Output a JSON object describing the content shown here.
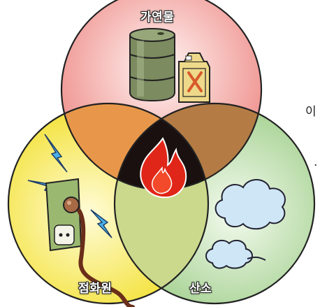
{
  "labels": {
    "fuel": "가연물",
    "ignition": "점화원",
    "oxygen": "산소"
  },
  "side_text": {
    "fragment_top": "이",
    "fragment_bottom": "."
  },
  "colors": {
    "fuel_circle": "#f2a3a0",
    "ignition_circle": "#f8ec5c",
    "oxygen_circle": "#b9dca8",
    "fuel_ignition_overlap": "#e59545",
    "fuel_oxygen_overlap": "#b07840",
    "ignition_oxygen_overlap": "#c9d88a",
    "center": "#1a1010",
    "flame": "#e02618"
  },
  "icons": [
    "fuel-drum-icon",
    "jerry-can-icon",
    "electric-outlet-icon",
    "plug-cable-icon",
    "lightning-bolt-icon",
    "flame-icon",
    "cloud-icon"
  ]
}
